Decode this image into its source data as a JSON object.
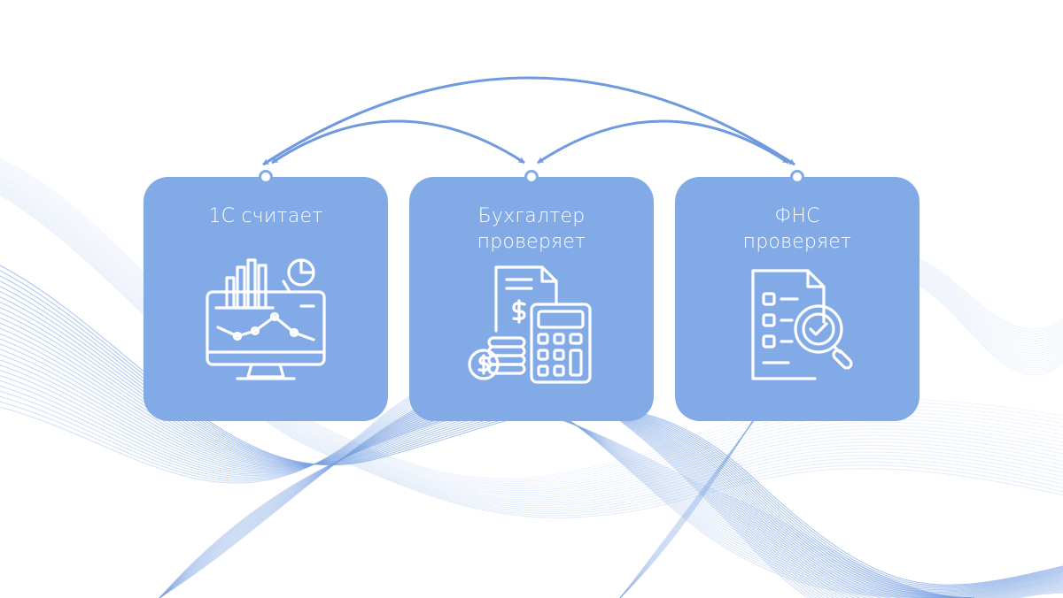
{
  "colors": {
    "card_fill": "#82aae6",
    "arrow": "#6f9ae0",
    "icon_stroke": "#ffffff",
    "wave": "#7aa3e3",
    "background": "#ffffff"
  },
  "cards": [
    {
      "title": "1С считает",
      "icon": "monitor-chart-icon"
    },
    {
      "title": "Бухгалтер проверяет",
      "icon": "calculator-coins-icon"
    },
    {
      "title": "ФНС проверяет",
      "icon": "document-search-icon"
    }
  ],
  "connections": [
    {
      "from": 0,
      "to": 1,
      "bidirectional": true
    },
    {
      "from": 1,
      "to": 2,
      "bidirectional": true
    },
    {
      "from": 0,
      "to": 2,
      "bidirectional": true
    }
  ]
}
